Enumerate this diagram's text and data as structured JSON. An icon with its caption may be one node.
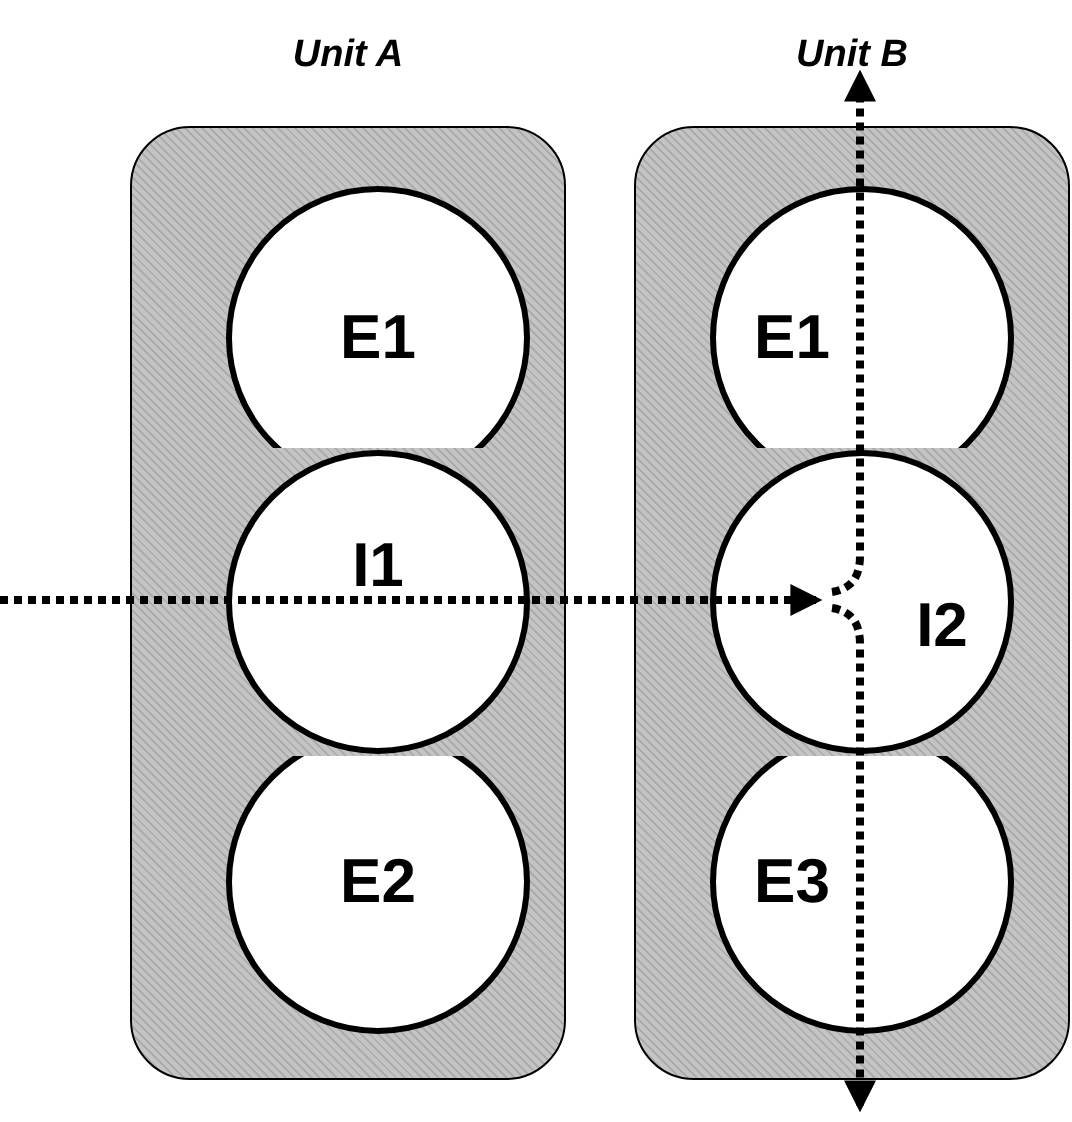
{
  "diagram": {
    "nodes": [
      {
        "text": [
          "Unit A"
        ]
      },
      {
        "text": [
          "E1"
        ],
        "in": 0
      },
      {
        "text": [
          "I1"
        ],
        "in": 0
      },
      {
        "text": [
          "E2"
        ],
        "in": 0
      },
      {
        "text": [
          "Unit B"
        ]
      },
      {
        "text": [
          "E1"
        ],
        "in": 4
      },
      {
        "text": [
          "I2"
        ],
        "in": 4
      },
      {
        "text": [
          "E3"
        ],
        "in": 4
      }
    ],
    "edges": [
      {
        "from": null,
        "to": 6,
        "arrow": "to",
        "style": "dashed"
      },
      {
        "from": 6,
        "to": null,
        "arrow": "to",
        "style": "dashed"
      },
      {
        "from": 6,
        "to": null,
        "arrow": "to",
        "style": "dashed"
      }
    ]
  }
}
